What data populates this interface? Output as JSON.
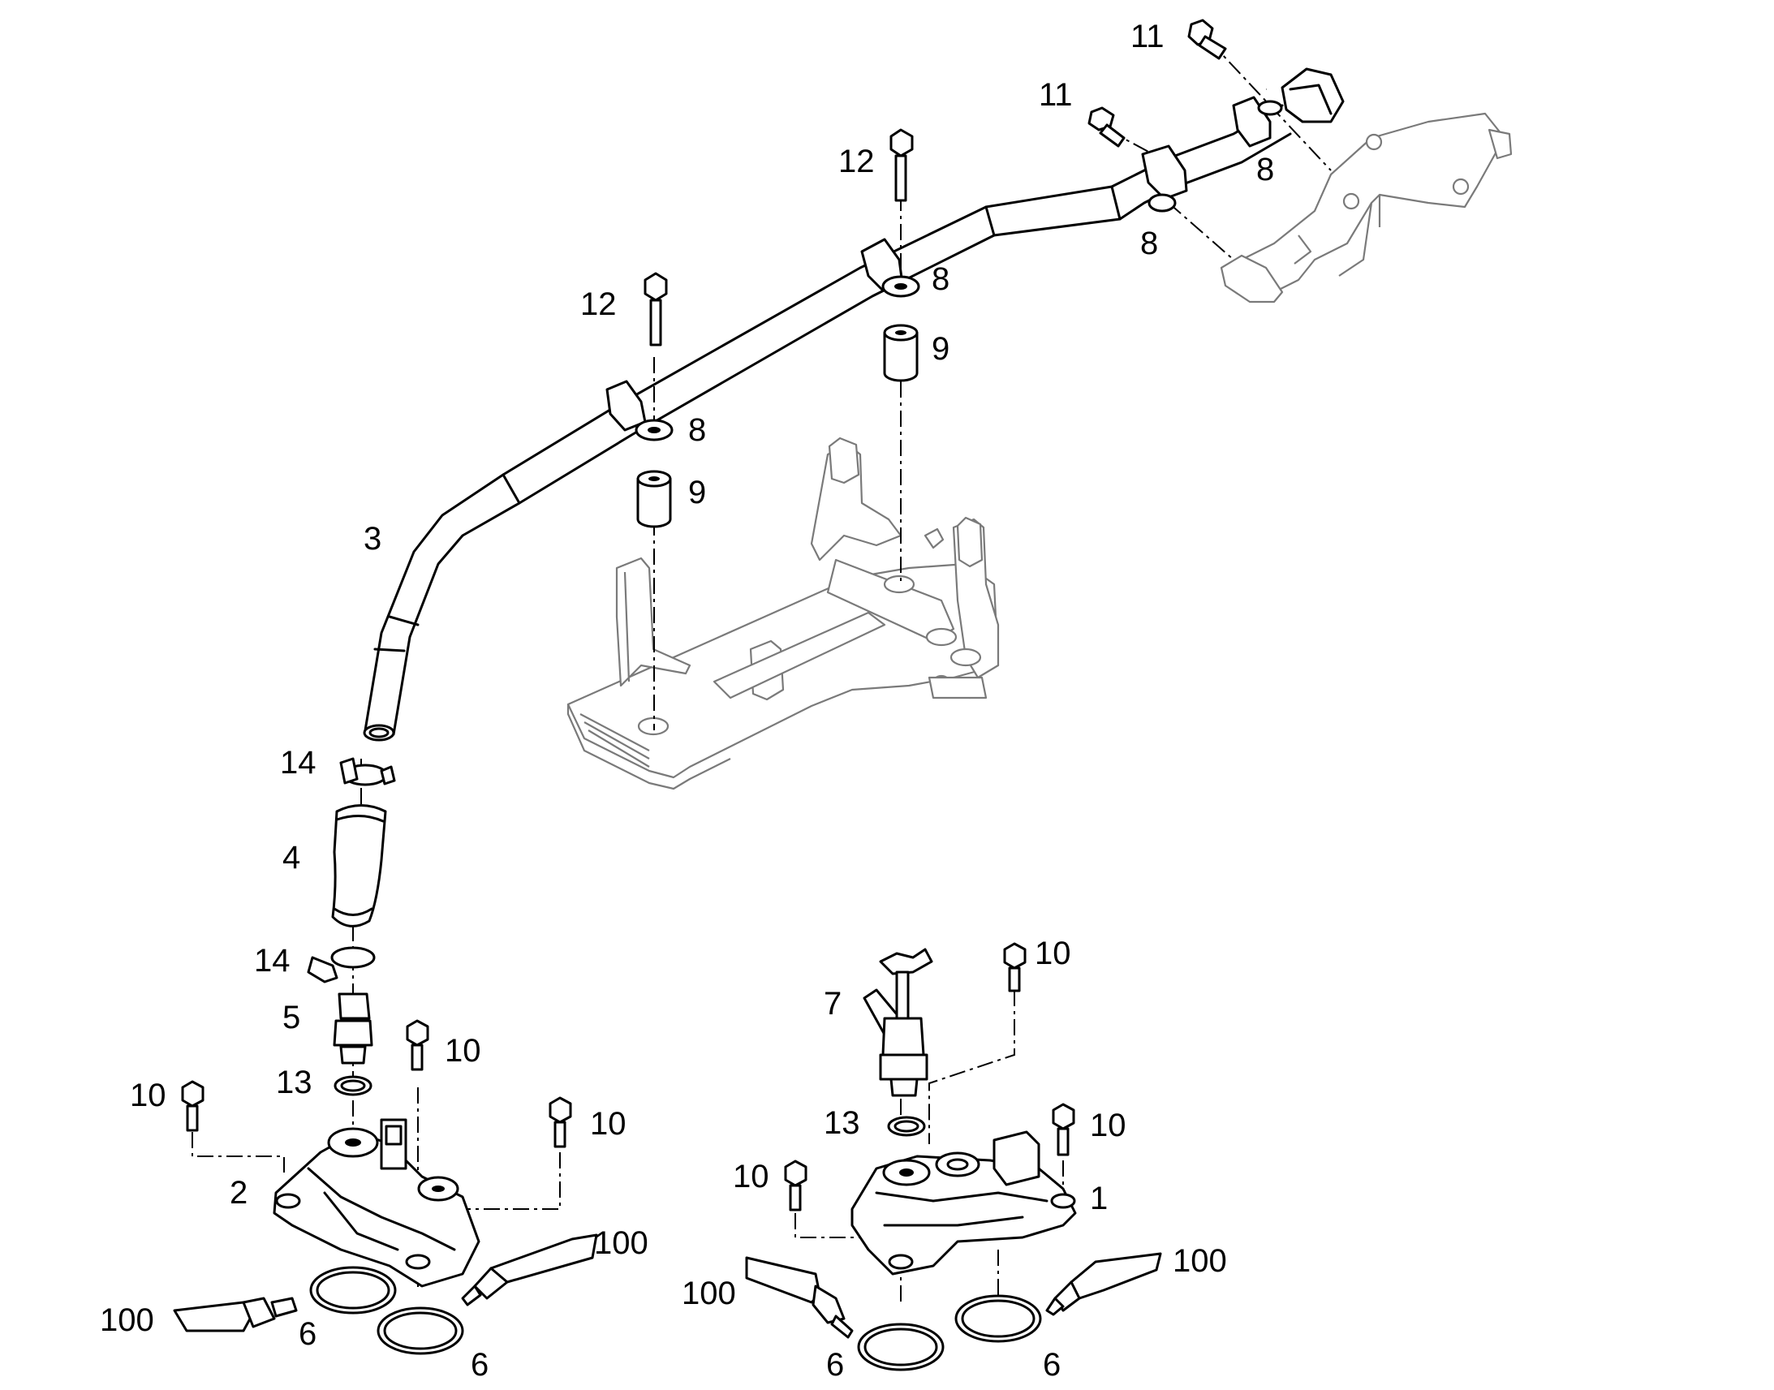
{
  "callouts": {
    "c1": "1",
    "c2": "2",
    "c3": "3",
    "c4": "4",
    "c5": "5",
    "c6a": "6",
    "c6b": "6",
    "c6c": "6",
    "c6d": "6",
    "c7": "7",
    "c8a": "8",
    "c8b": "8",
    "c8c": "8",
    "c8d": "8",
    "c9a": "9",
    "c9b": "9",
    "c10a": "10",
    "c10b": "10",
    "c10c": "10",
    "c10d": "10",
    "c10e": "10",
    "c10f": "10",
    "c11a": "11",
    "c11b": "11",
    "c12a": "12",
    "c12b": "12",
    "c13a": "13",
    "c13b": "13",
    "c14a": "14",
    "c14b": "14",
    "c100a": "100",
    "c100b": "100",
    "c100c": "100",
    "c100d": "100"
  },
  "colors": {
    "ink": "#000000",
    "background_part": "#7a7a7a",
    "paper": "#ffffff"
  }
}
